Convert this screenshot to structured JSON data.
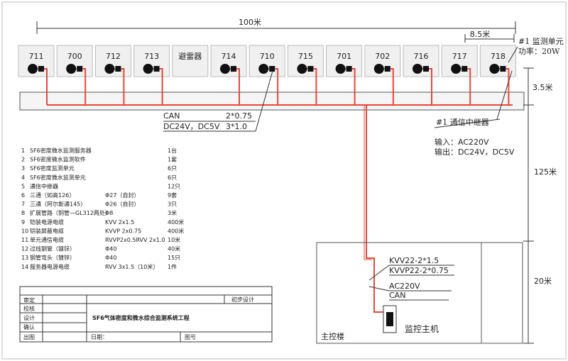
{
  "dimensions": {
    "total": "100米",
    "unit_spacing": "8.5米",
    "unit_to_bus": "3.5米",
    "bus_to_building": "125米",
    "in_building": "20米"
  },
  "units": [
    "711",
    "700",
    "712",
    "713",
    "避雷器",
    "714",
    "710",
    "715",
    "701",
    "702",
    "716",
    "717",
    "718"
  ],
  "unit1_note": {
    "title": "#1 监测单元",
    "power": "功率：20W"
  },
  "repeater": {
    "title": "#1 通信中继器",
    "input": "输入：AC220V",
    "output": "输出：DC24V，DC5V"
  },
  "bus_cable": {
    "can": "CAN",
    "dc": "DC24V，DC5V",
    "spec1": "2*0.75",
    "spec2": "3*1.0"
  },
  "building": {
    "name": "主控楼",
    "cable1": "KVV22-2*1.5",
    "cable2": "KVVP22-2*0.75",
    "ac": "AC220V",
    "can": "CAN",
    "host": "监控主机"
  },
  "materials": [
    {
      "no": "1",
      "name": "SF6密度微水监测服务器",
      "spec": "",
      "qty": "1台"
    },
    {
      "no": "2",
      "name": "SF6密度微水监测软件",
      "spec": "",
      "qty": "1套"
    },
    {
      "no": "3",
      "name": "SF6密度监测单元",
      "spec": "",
      "qty": "6只"
    },
    {
      "no": "4",
      "name": "SF6密度微水监测单元",
      "spec": "",
      "qty": "6只"
    },
    {
      "no": "5",
      "name": "通信中继器",
      "spec": "",
      "qty": "12只"
    },
    {
      "no": "6",
      "name": "三通（如高126）",
      "spec": "Φ27（自封）",
      "qty": "9套"
    },
    {
      "no": "7",
      "name": "三通（阿尔斯通145）",
      "spec": "Φ26（自封）",
      "qty": "3只"
    },
    {
      "no": "8",
      "name": "扩展管路（铜管—GL312两处）",
      "spec": "Φ8",
      "qty": "3米"
    },
    {
      "no": "9",
      "name": "铠装电源电缆",
      "spec": "KVV  2x1.5",
      "qty": "400米"
    },
    {
      "no": "10",
      "name": "铠装屏蔽电缆",
      "spec": "KVVP 2x0.75",
      "qty": "400米"
    },
    {
      "no": "11",
      "name": "单元通信电缆",
      "spec": "RVVP2x0.5RVV 2x1.0",
      "qty": "10米"
    },
    {
      "no": "12",
      "name": "过线钢管（镀锌）",
      "spec": "Φ40",
      "qty": "40米"
    },
    {
      "no": "13",
      "name": "钢管弯头（镀锌）",
      "spec": "Φ40",
      "qty": "15只"
    },
    {
      "no": "14",
      "name": "服务器电源电缆",
      "spec": "RVV 3x1.5（10米）",
      "qty": "1件"
    }
  ],
  "title_block": {
    "rows": [
      "审定",
      "校核",
      "设计",
      "确认",
      "出图"
    ],
    "stage": "初步设计",
    "project": "SF6气体密度和微水综合监测系统工程",
    "date_label": "日期：",
    "drawing_no_label": "图号"
  },
  "colors": {
    "cable": "#e8483a",
    "line": "#222222",
    "box": "#f0f0f0"
  }
}
